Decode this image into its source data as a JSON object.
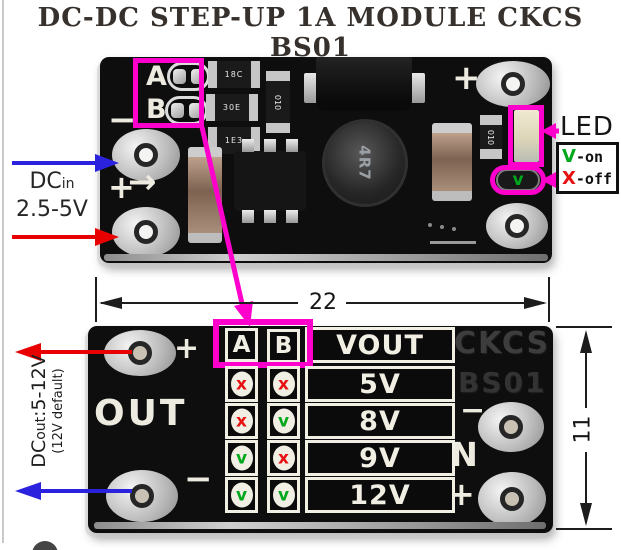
{
  "title": "DC-DC STEP-UP 1A MODULE CKCS BS01",
  "colors": {
    "annotation_magenta": "#ff00cc",
    "arrow_blue": "#2a22dd",
    "arrow_red": "#e80000",
    "mark_green": "#00a81c",
    "mark_red": "#e81111",
    "dimension": "#1d1d1d"
  },
  "annotations": {
    "dc_in": {
      "prefix": "DC",
      "sub": "in",
      "range": "2.5-5V"
    },
    "dc_out": {
      "prefix": "DC",
      "sub": "out",
      "range": ":5-12V",
      "note": "(12V default)"
    },
    "led_label": "LED",
    "legend": {
      "on_mark": "V",
      "on_label": "-on",
      "off_mark": "X",
      "off_label": "-off"
    },
    "dim_width": "22",
    "dim_height": "11"
  },
  "board_top": {
    "jumper_a": "A",
    "jumper_b": "B",
    "silk_minus": "−",
    "silk_plus": "+",
    "silk_arrow": "→",
    "silk_plus_tr": "+",
    "resistors": [
      "18C",
      "30E",
      "1E3"
    ],
    "resistor_vertical": "010",
    "resistor_near_led": "010",
    "inductor_marking": "4R7",
    "led_pad_mark": "v"
  },
  "board_bottom": {
    "out_label": "OUT",
    "in_label": "IN",
    "plus_out": "+",
    "minus_out": "−",
    "minus_in": "−",
    "plus_in": "+",
    "brand_line1": "CKCS",
    "brand_line2": "BS01",
    "table": {
      "header": [
        "A",
        "B",
        "VOUT"
      ],
      "rows": [
        {
          "a": "x",
          "b": "x",
          "vout": "5V"
        },
        {
          "a": "x",
          "b": "v",
          "vout": "8V"
        },
        {
          "a": "v",
          "b": "x",
          "vout": "9V"
        },
        {
          "a": "v",
          "b": "v",
          "vout": "12V"
        }
      ]
    }
  }
}
